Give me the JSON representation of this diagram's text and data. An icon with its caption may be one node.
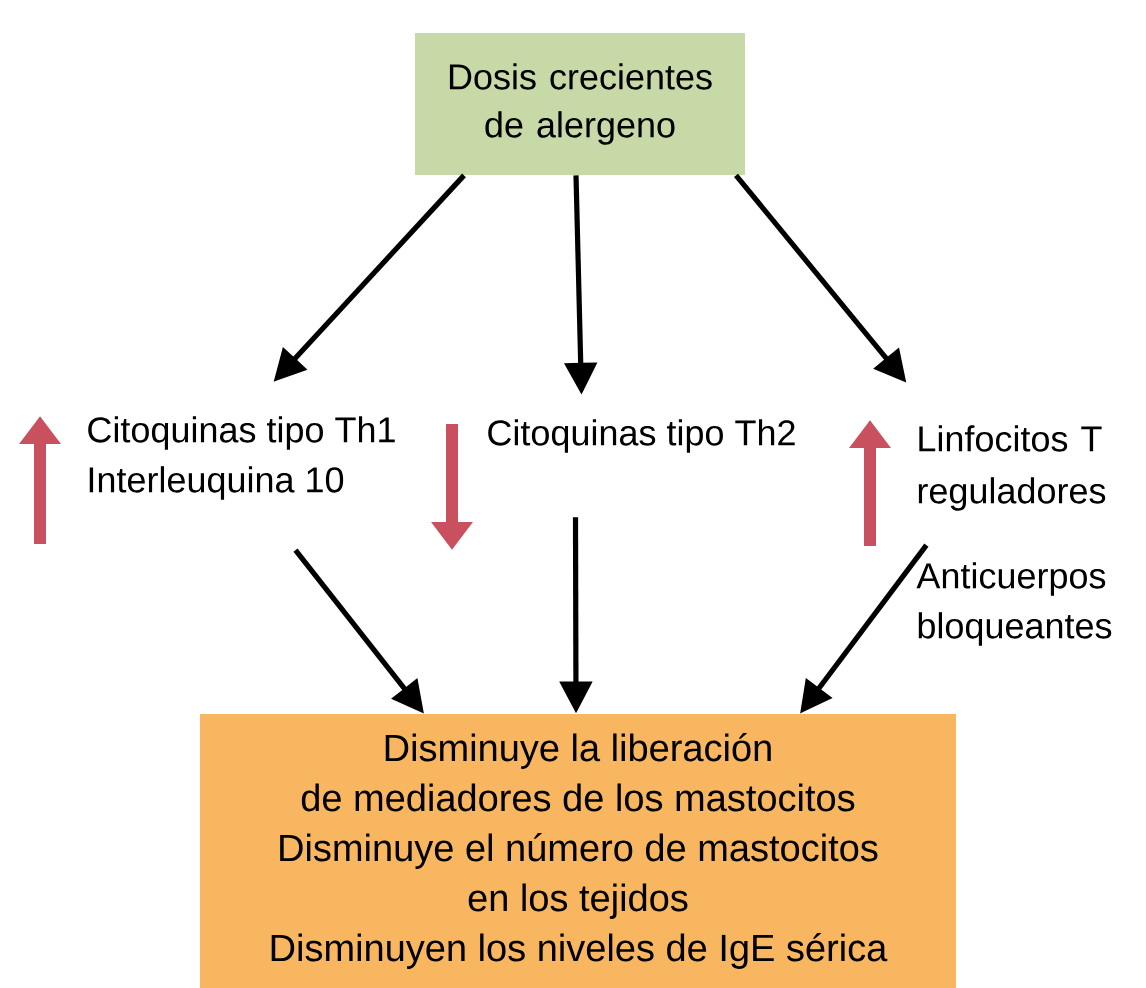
{
  "diagram": {
    "nodes": [
      {
        "text": [
          "Dosis crecientes de alergeno"
        ]
      },
      {
        "text": [
          "Citoquinas tipo Th1",
          "Interleuquina 10"
        ]
      },
      {
        "text": [
          "Citoquinas tipo Th2"
        ]
      },
      {
        "text": [
          "Linfocitos T reguladores"
        ]
      },
      {
        "text": [
          "Disminuye la liberación de mediadores de los mastocitos",
          "Disminuye el número de mastocitos en los tejidos",
          "Disminuyen los niveles de IgE sérica"
        ]
      }
    ],
    "edges": [
      {
        "from": 0,
        "to": 1,
        "arrow": "to"
      },
      {
        "from": 0,
        "to": 2,
        "arrow": "to"
      },
      {
        "from": 0,
        "to": 3,
        "arrow": "to"
      },
      {
        "from": 1,
        "to": 4,
        "arrow": "to"
      },
      {
        "from": 2,
        "to": 4,
        "arrow": "to"
      },
      {
        "from": 3,
        "to": 4,
        "arrow": "to"
      }
    ],
    "labels": [
      "Anticuerpos bloqueantes"
    ]
  }
}
